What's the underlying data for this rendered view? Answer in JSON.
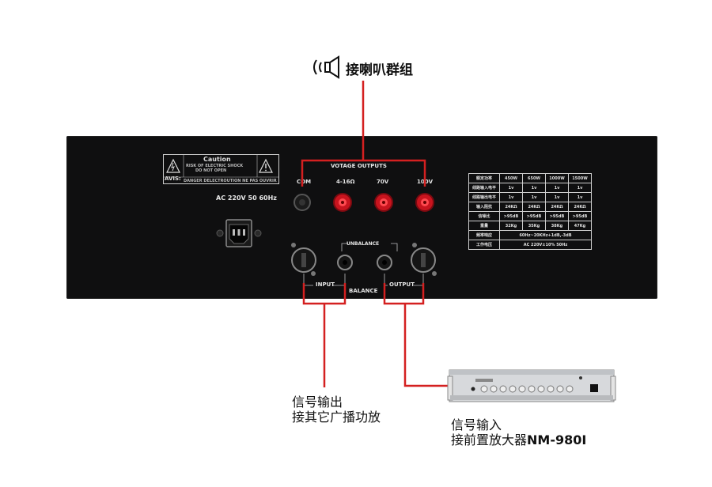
{
  "speaker": {
    "label": "接喇叭群组",
    "icon": "speaker-icon"
  },
  "panel": {
    "caution_title": "Caution",
    "caution_line1": "RISK OF ELECTRIC SHOCK",
    "caution_line2": "DO NOT OPEN",
    "caution_line3": "DANGER DELECTROUTION NE PAS OUVRIR",
    "avis": "AVIS:",
    "ac": "AC 220V 50 60Hz",
    "outputs_title": "VOTAGE OUTPUTS",
    "terminals": [
      "COM",
      "4-16Ω",
      "70V",
      "100V"
    ],
    "unbalance": "UNBALANCE",
    "input": "INPUT",
    "balance": "BALANCE",
    "output": "OUTPUT"
  },
  "spec_table": {
    "rows": [
      [
        "额定功率",
        "450W",
        "650W",
        "1000W",
        "1500W"
      ],
      [
        "线路输入电平",
        "1v",
        "1v",
        "1v",
        "1v"
      ],
      [
        "线路输出电平",
        "1v",
        "1v",
        "1v",
        "1v"
      ],
      [
        "输入阻抗",
        "24KΩ",
        "24KΩ",
        "24KΩ",
        "24KΩ"
      ],
      [
        "信噪比",
        ">95dB",
        ">95dB",
        ">95dB",
        ">95dB"
      ],
      [
        "重量",
        "32Kg",
        "35Kg",
        "38Kg",
        "47Kg"
      ]
    ],
    "freq_label": "频率响应",
    "freq_value": "60Hz~20KHz+1dB,-3dB",
    "power_label": "工作电压",
    "power_value": "AC 220V±10% 50Hz"
  },
  "captions": {
    "signal_out_1": "信号输出",
    "signal_out_2": "接其它广播功放",
    "signal_in_1": "信号输入",
    "signal_in_2": "接前置放大器",
    "model": "NM-980I"
  },
  "colors": {
    "wire": "#d42020",
    "panel": "#0f0f10",
    "terminal_red": "#c8141e"
  }
}
